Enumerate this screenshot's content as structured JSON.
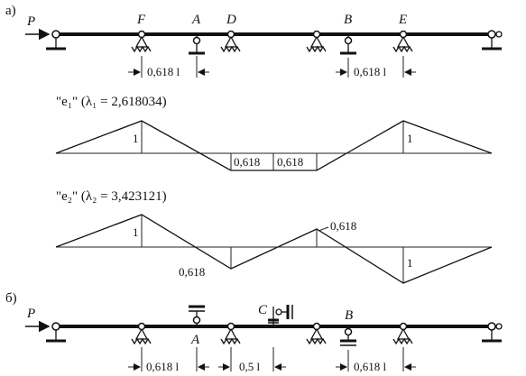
{
  "part_a": {
    "label": "а)",
    "load_label": "P",
    "support_labels": {
      "F": "F",
      "A": "A",
      "D": "D",
      "B": "B",
      "E": "E"
    },
    "dim_left": "0,618 l",
    "dim_right": "0,618 l",
    "mode1_title": "\"e₁\" (λ₁ = 2,618034)",
    "mode1_values": {
      "peak_left": "1",
      "peak_right": "1",
      "mid_left": "0,618",
      "mid_right": "0,618"
    },
    "mode2_title": "\"e₂\" (λ₂ = 3,423121)",
    "mode2_values": {
      "peak_left": "1",
      "trough_left": "0,618",
      "peak_mid": "0,618",
      "trough_right": "1"
    }
  },
  "part_b": {
    "label": "б)",
    "load_label": "P",
    "support_labels": {
      "A": "A",
      "C": "C",
      "B": "B"
    },
    "dim_left": "0,618 l",
    "dim_mid": "0,5 l",
    "dim_right": "0,618 l"
  }
}
